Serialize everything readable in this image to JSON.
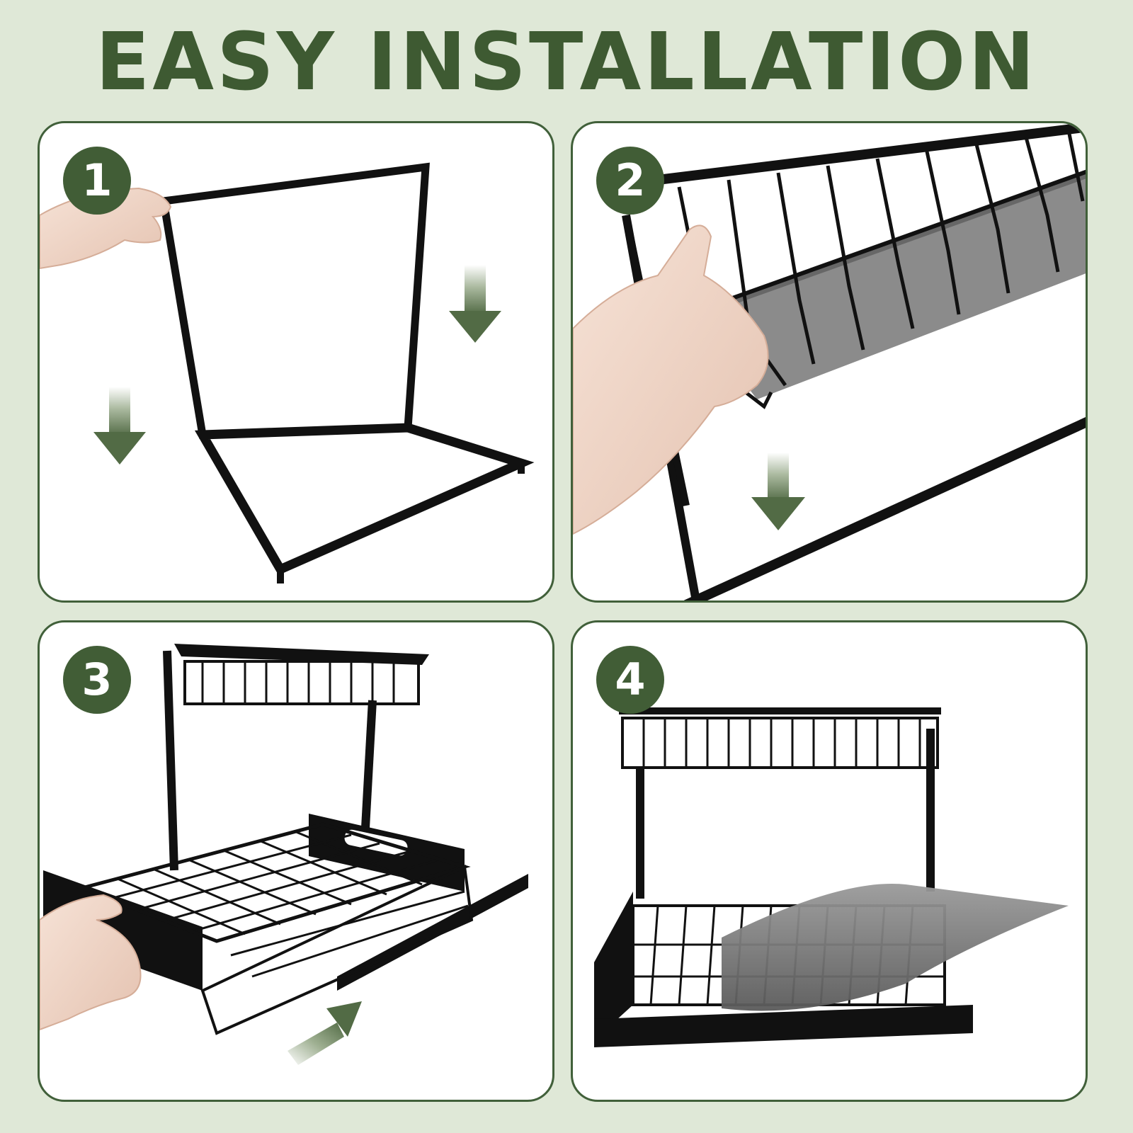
{
  "title": "EASY INSTALLATION",
  "colors": {
    "background": "#dfe8d7",
    "accent": "#415d36",
    "panel": "#ffffff",
    "product": "#111111"
  },
  "steps": [
    {
      "number": "1"
    },
    {
      "number": "2"
    },
    {
      "number": "3"
    },
    {
      "number": "4"
    }
  ]
}
